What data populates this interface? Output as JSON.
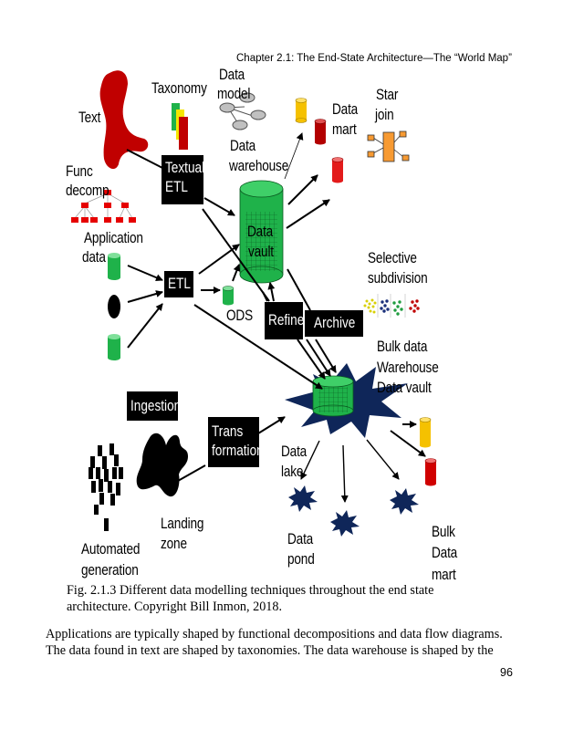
{
  "header": {
    "running_title": "Chapter 2.1: The End-State Architecture—The “World Map”"
  },
  "diagram": {
    "labels": {
      "text": "Text",
      "taxonomy": "Taxonomy",
      "data_model_1": "Data",
      "data_model_2": "model",
      "data_warehouse_1": "Data",
      "data_warehouse_2": "warehouse",
      "data_mart_1": "Data",
      "data_mart_2": "mart",
      "star_join_1": "Star",
      "star_join_2": "join",
      "func_decomp_1": "Func",
      "func_decomp_2": "decomp",
      "application_data_1": "Application",
      "application_data_2": "data",
      "data_vault_1": "Data",
      "data_vault_2": "vault",
      "ods": "ODS",
      "selective_subdivision_1": "Selective",
      "selective_subdivision_2": "subdivision",
      "bulk_1": "Bulk data",
      "bulk_2": "Warehouse",
      "bulk_3": "Data vault",
      "data_lake_1": "Data",
      "data_lake_2": "lake",
      "data_pond_1": "Data",
      "data_pond_2": "pond",
      "bulk_data_mart_1": "Bulk",
      "bulk_data_mart_2": "Data",
      "bulk_data_mart_3": "mart",
      "landing_zone_1": "Landing",
      "landing_zone_2": "zone",
      "automated_generation_1": "Automated",
      "automated_generation_2": "generation"
    },
    "boxes": {
      "textual_etl_1": "Textual",
      "textual_etl_2": "ETL",
      "etl": "ETL",
      "refine": "Refine",
      "archive": "Archive",
      "ingestion": "Ingestion",
      "transformation_1": "Trans",
      "transformation_2": "formation"
    },
    "icons": [
      "text-blob-icon",
      "taxonomy-icon",
      "data-model-icon",
      "data-mart-cylinder-icon",
      "star-join-icon",
      "func-decomp-tree-icon",
      "application-data-cylinder-icon",
      "data-vault-cylinder-icon",
      "ods-cylinder-icon",
      "selective-subdivision-icon",
      "bulk-data-vault-icon",
      "data-pond-star-icon",
      "landing-zone-blob-icon",
      "automated-generation-icon"
    ],
    "colors": {
      "green": "#1fb24a",
      "red": "#c00000",
      "bright_red": "#e31b1b",
      "yellow": "#f5c100",
      "orange": "#f79a32",
      "navy": "#0f2659",
      "gray": "#c0c0c0"
    }
  },
  "caption": {
    "line1": "Fig. 2.1.3 Different data modelling techniques throughout the end state",
    "line2": "architecture. Copyright Bill Inmon, 2018."
  },
  "body": {
    "line1": "Applications are typically shaped by functional decompositions and data flow diagrams.",
    "line2": "The data found in text are shaped by taxonomies. The data warehouse is shaped by the"
  },
  "page_number": "96"
}
